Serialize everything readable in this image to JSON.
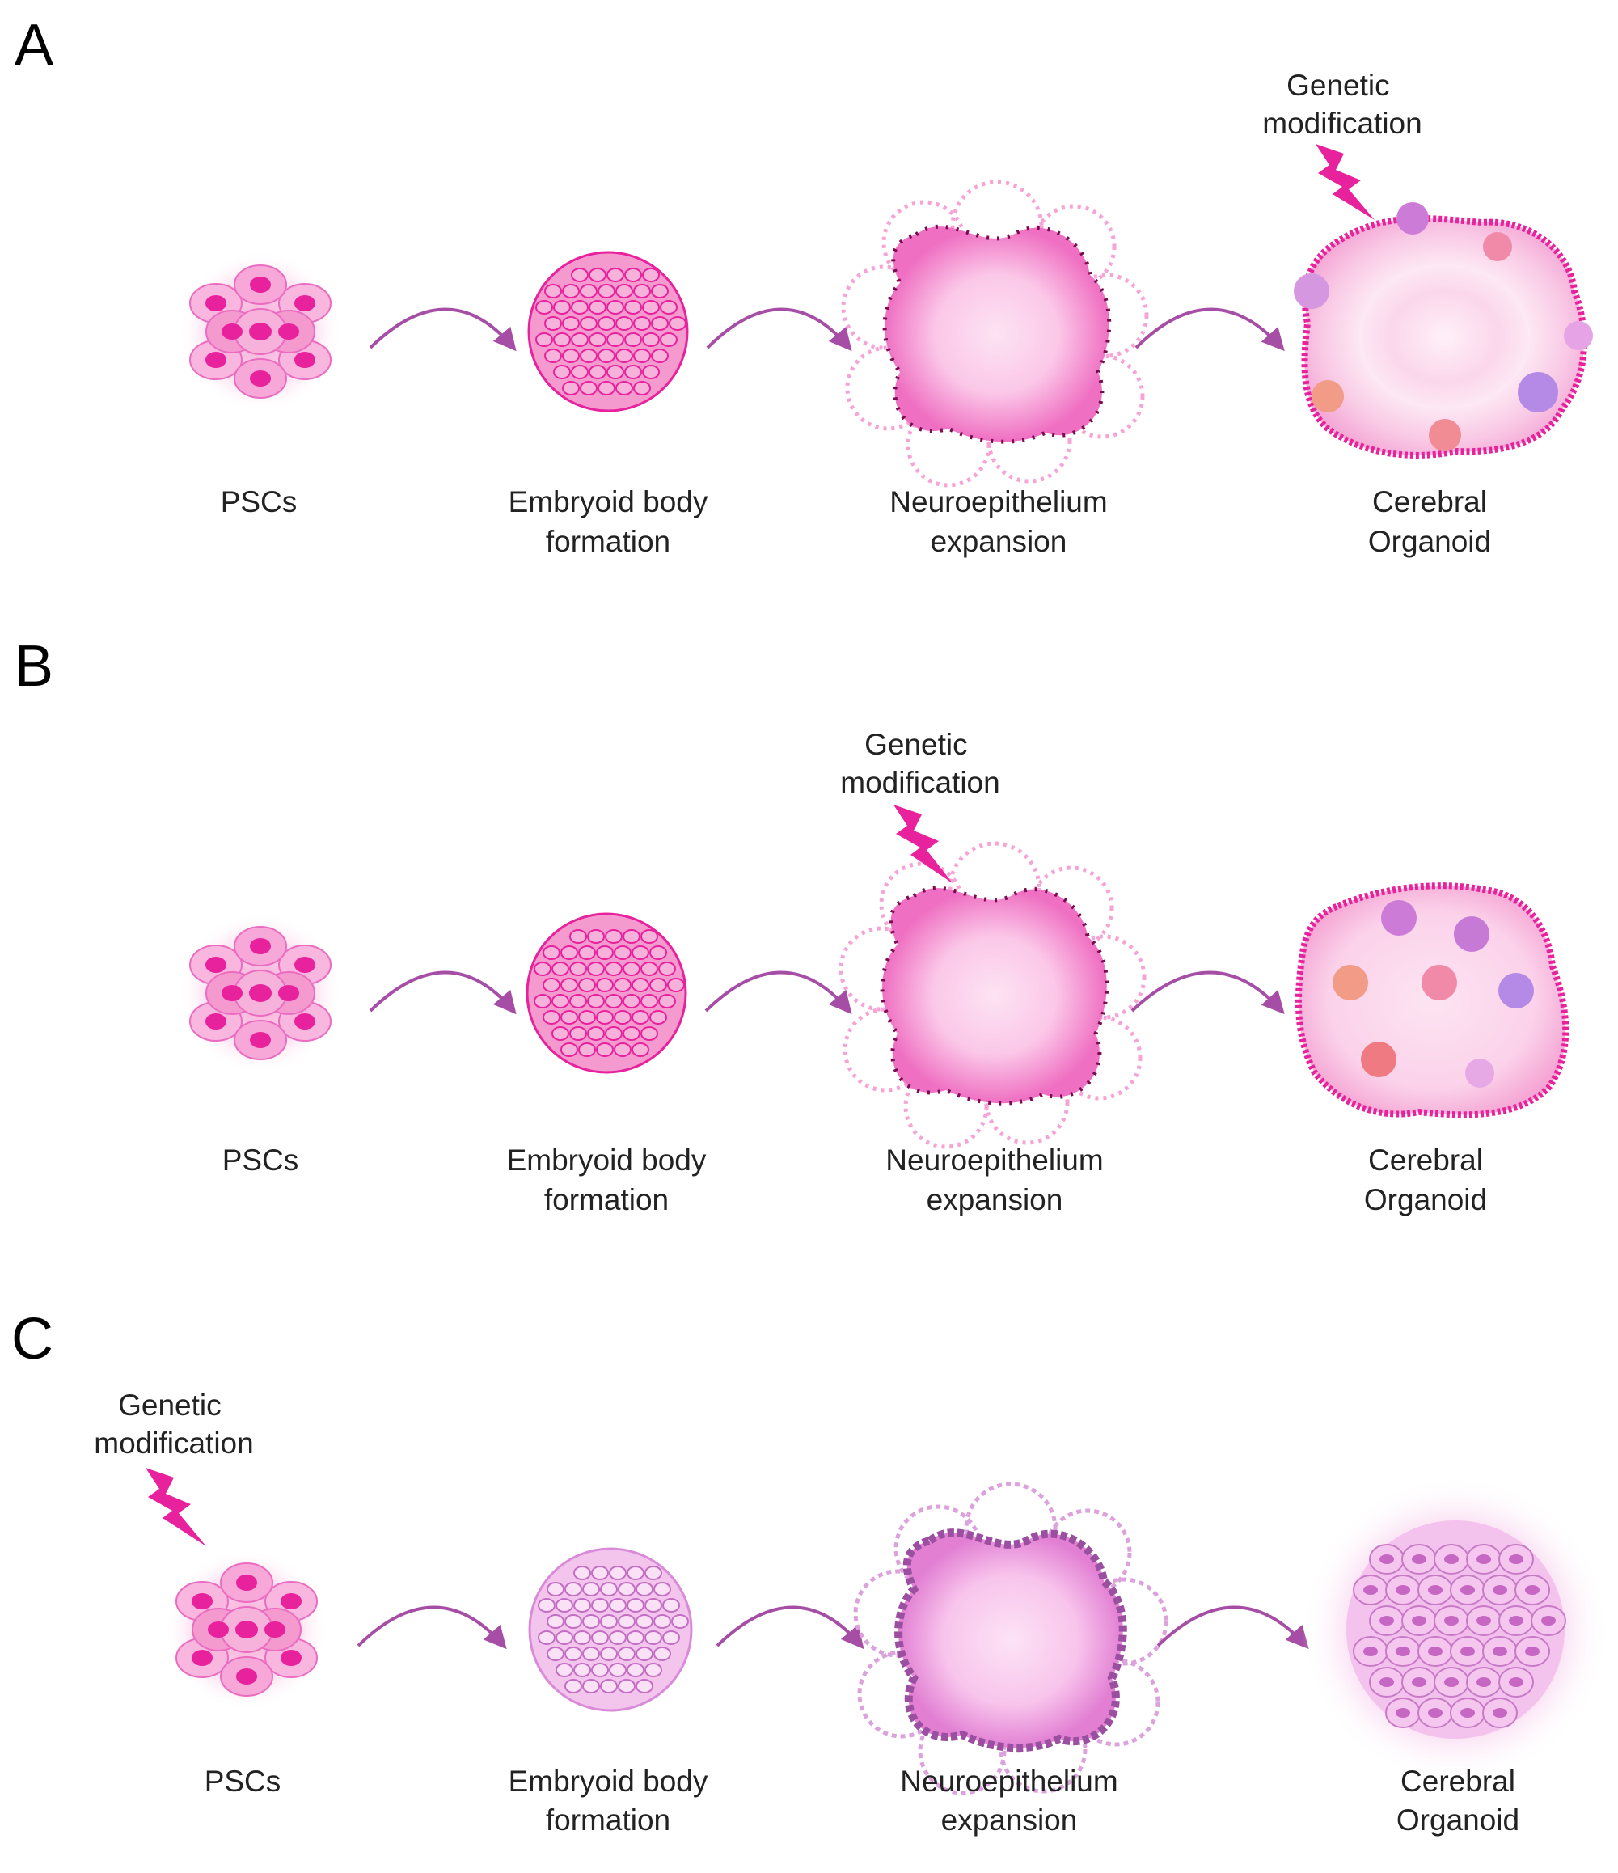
{
  "panels": [
    {
      "letter": "A",
      "modification_label": [
        "Genetic",
        "modification"
      ],
      "stages": [
        {
          "label": [
            "PSCs"
          ]
        },
        {
          "label": [
            "Embryoid body",
            "formation"
          ]
        },
        {
          "label": [
            "Neuroepithelium",
            "expansion"
          ]
        },
        {
          "label": [
            "Cerebral",
            "Organoid"
          ]
        }
      ]
    },
    {
      "letter": "B",
      "modification_label": [
        "Genetic",
        "modification"
      ],
      "stages": [
        {
          "label": [
            "PSCs"
          ]
        },
        {
          "label": [
            "Embryoid body",
            "formation"
          ]
        },
        {
          "label": [
            "Neuroepithelium",
            "expansion"
          ]
        },
        {
          "label": [
            "Cerebral",
            "Organoid"
          ]
        }
      ]
    },
    {
      "letter": "C",
      "modification_label": [
        "Genetic",
        "modification"
      ],
      "stages": [
        {
          "label": [
            "PSCs"
          ]
        },
        {
          "label": [
            "Embryoid body",
            "formation"
          ]
        },
        {
          "label": [
            "Neuroepithelium",
            "expansion"
          ]
        },
        {
          "label": [
            "Cerebral",
            "Organoid"
          ]
        }
      ]
    }
  ],
  "colors": {
    "magenta": "#e8219c",
    "pink_light": "#f9c6e6",
    "pink_mid": "#f07fc6",
    "lavender": "#e3b4ea",
    "purple_arrow": "#a64ea6",
    "dark_dot": "#5a0a3c"
  },
  "icons": {
    "lightning": "lightning-bolt-icon",
    "arrow": "curved-arrow-icon"
  }
}
